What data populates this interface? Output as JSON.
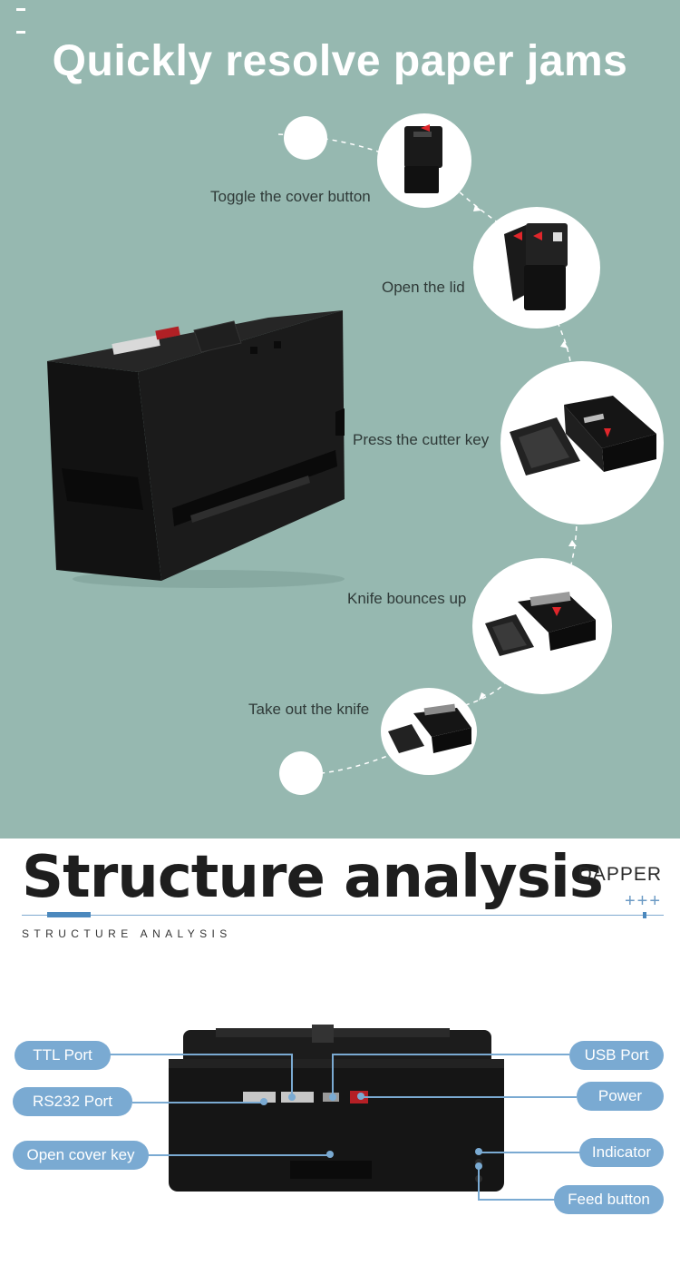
{
  "top_section": {
    "headline": "Quickly resolve paper jams",
    "steps": [
      {
        "label": "Toggle the cover button"
      },
      {
        "label": "Open the lid"
      },
      {
        "label": "Press the cutter key"
      },
      {
        "label": "Knife bounces up"
      },
      {
        "label": "Take out the knife"
      }
    ]
  },
  "structure": {
    "title": "Structure analysis",
    "brand": "DAPPER",
    "plus_marks": "+++",
    "subtitle": "STRUCTURE ANALYSIS",
    "labels": {
      "ttl_port": "TTL Port",
      "rs232_port": "RS232 Port",
      "open_cover_key": "Open cover key",
      "usb_port": "USB Port",
      "power": "Power",
      "indicator": "Indicator",
      "feed_button": "Feed button"
    }
  },
  "colors": {
    "top_background": "#96b8b0",
    "label_pill": "#7aaad2",
    "accent_blue": "#4b88bd",
    "device_black": "#151515",
    "arrow_red": "#e0262b"
  }
}
